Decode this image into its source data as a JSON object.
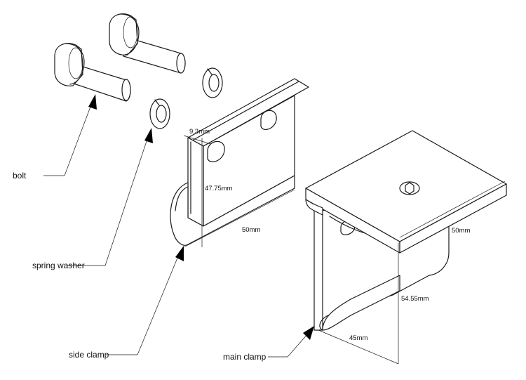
{
  "labels": {
    "bolt": "bolt",
    "spring_washer": "spring washer",
    "side_clamp": "side clamp",
    "main_clamp": "main clamp"
  },
  "dimensions": {
    "side_clamp_width": "9.3mm",
    "side_clamp_height": "47.75mm",
    "side_clamp_length": "50mm",
    "main_clamp_length": "50mm",
    "main_clamp_height": "54.55mm",
    "main_clamp_width": "45mm"
  }
}
